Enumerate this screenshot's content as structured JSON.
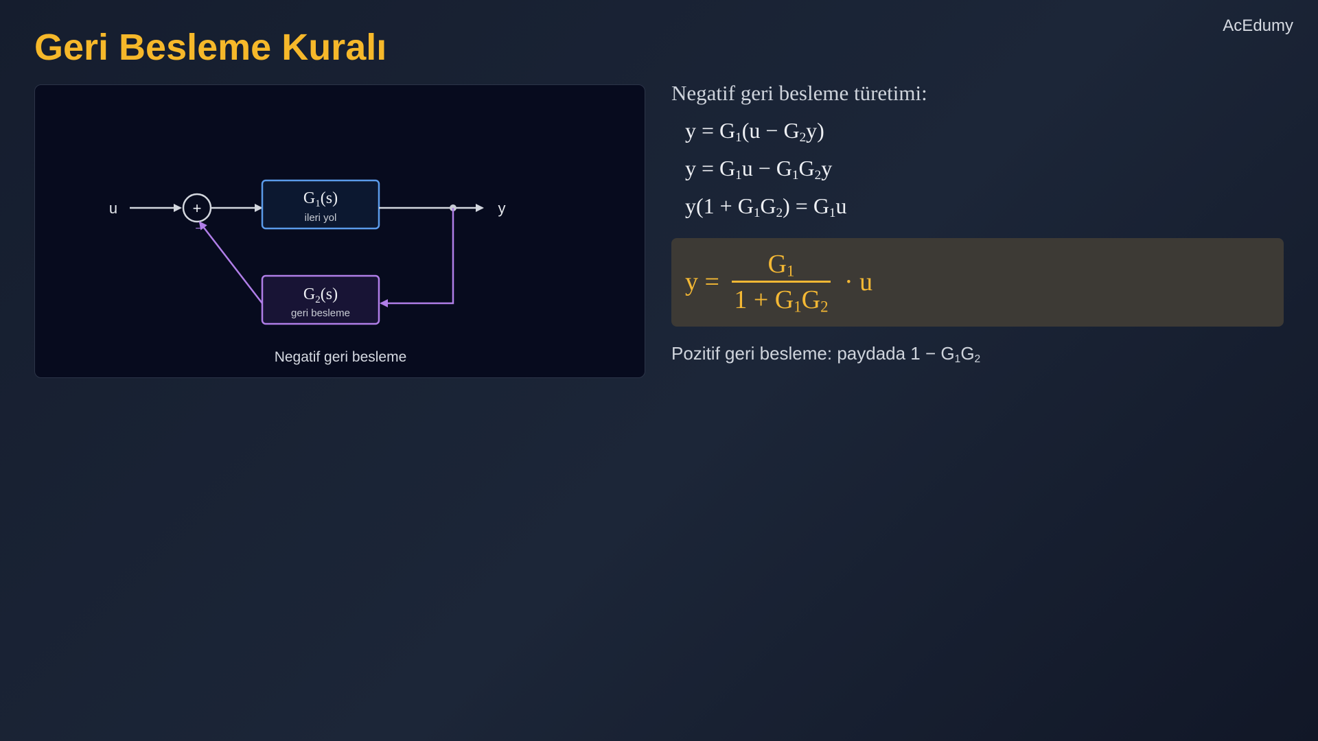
{
  "brand": "AcEdumy",
  "title": "Geri Besleme Kuralı",
  "diagram": {
    "input_label": "u",
    "output_label": "y",
    "sum_symbol": "+",
    "feedback_sign": "−",
    "forward_block": {
      "name": "G",
      "sub": "1",
      "arg": "(s)",
      "caption": "ileri yol"
    },
    "feedback_block": {
      "name": "G",
      "sub": "2",
      "arg": "(s)",
      "caption": "geri besleme"
    },
    "caption": "Negatif geri besleme",
    "colors": {
      "forward_border": "#5b9bea",
      "feedback_border": "#b07ee8",
      "feedback_path": "#b07ee8",
      "signal": "#d3d7de"
    }
  },
  "derivation": {
    "heading": "Negatif geri besleme türetimi:",
    "lines": [
      [
        {
          "t": "y = G"
        },
        {
          "s": "1"
        },
        {
          "t": "(u − G"
        },
        {
          "s": "2"
        },
        {
          "t": "y)"
        }
      ],
      [
        {
          "t": "y = G"
        },
        {
          "s": "1"
        },
        {
          "t": "u − G"
        },
        {
          "s": "1"
        },
        {
          "t": "G"
        },
        {
          "s": "2"
        },
        {
          "t": "y"
        }
      ],
      [
        {
          "t": "y(1 + G"
        },
        {
          "s": "1"
        },
        {
          "t": "G"
        },
        {
          "s": "2"
        },
        {
          "t": ") = G"
        },
        {
          "s": "1"
        },
        {
          "t": "u"
        }
      ]
    ],
    "result": {
      "lhs": "y =",
      "numerator": [
        {
          "t": "G"
        },
        {
          "s": "1"
        }
      ],
      "denominator": [
        {
          "t": "1 + G"
        },
        {
          "s": "1"
        },
        {
          "t": "G"
        },
        {
          "s": "2"
        }
      ],
      "rhs": "· u",
      "color": "#f4b834"
    },
    "positive_note": [
      {
        "t": "Pozitif geri besleme: paydada 1 − G"
      },
      {
        "s": "1"
      },
      {
        "t": "G"
      },
      {
        "s": "2"
      }
    ]
  }
}
